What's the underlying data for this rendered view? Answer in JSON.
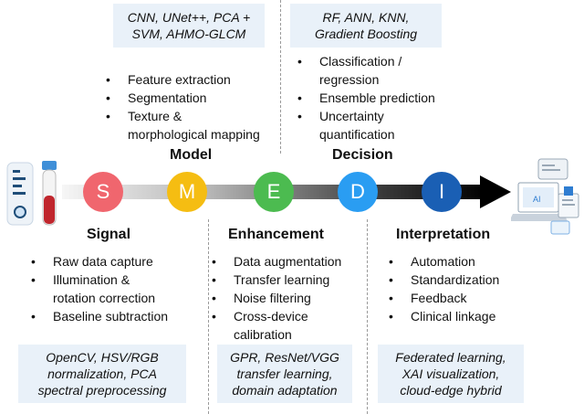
{
  "top_left_box": {
    "lines": [
      "CNN, UNet++, PCA +",
      "SVM, AHMO-GLCM"
    ]
  },
  "top_right_box": {
    "lines": [
      "RF, ANN, KNN,",
      "Gradient Boosting"
    ]
  },
  "model": {
    "title": "Model",
    "bullets": [
      {
        "lines": [
          "Feature extraction"
        ]
      },
      {
        "lines": [
          "Segmentation"
        ]
      },
      {
        "lines": [
          "Texture &",
          "morphological mapping"
        ]
      }
    ]
  },
  "decision": {
    "title": "Decision",
    "bullets": [
      {
        "lines": [
          "Classification /",
          "regression"
        ]
      },
      {
        "lines": [
          "Ensemble prediction"
        ]
      },
      {
        "lines": [
          "Uncertainty",
          "quantification"
        ]
      }
    ]
  },
  "stages": [
    {
      "letter": "S",
      "color": "#f0666e"
    },
    {
      "letter": "M",
      "color": "#f5bd12"
    },
    {
      "letter": "E",
      "color": "#4cbb50"
    },
    {
      "letter": "D",
      "color": "#2a9df2"
    },
    {
      "letter": "I",
      "color": "#1a5fb4"
    }
  ],
  "signal": {
    "title": "Signal",
    "bullets": [
      {
        "lines": [
          "Raw data capture"
        ]
      },
      {
        "lines": [
          "Illumination &",
          "rotation correction"
        ]
      },
      {
        "lines": [
          "Baseline subtraction"
        ]
      }
    ]
  },
  "enhancement": {
    "title": "Enhancement",
    "bullets": [
      {
        "lines": [
          "Data augmentation"
        ]
      },
      {
        "lines": [
          "Transfer learning"
        ]
      },
      {
        "lines": [
          "Noise filtering"
        ]
      },
      {
        "lines": [
          "Cross-device",
          "calibration"
        ]
      }
    ]
  },
  "interpretation": {
    "title": "Interpretation",
    "bullets": [
      {
        "lines": [
          "Automation"
        ]
      },
      {
        "lines": [
          "Standardization"
        ]
      },
      {
        "lines": [
          "Feedback"
        ]
      },
      {
        "lines": [
          "Clinical linkage"
        ]
      }
    ]
  },
  "bottom_left_box": {
    "lines": [
      "OpenCV, HSV/RGB",
      "normalization, PCA",
      "spectral preprocessing"
    ]
  },
  "bottom_mid_box": {
    "lines": [
      "GPR, ResNet/VGG",
      "transfer learning,",
      "domain adaptation"
    ]
  },
  "bottom_right_box": {
    "lines": [
      "Federated learning,",
      "XAI visualization,",
      "cloud-edge hybrid"
    ]
  },
  "icon_labels": {
    "ai_badge": "AI"
  }
}
